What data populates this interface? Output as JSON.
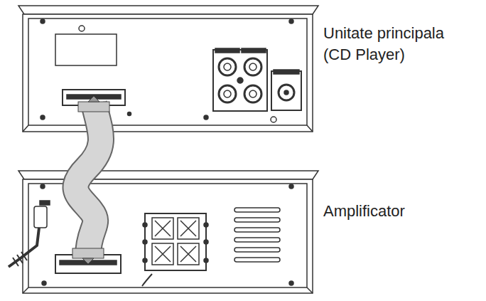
{
  "diagram": {
    "nodes": [
      {
        "text": [
          "Unitate principala (CD Player)"
        ]
      },
      {
        "text": [
          "Amplificator"
        ]
      }
    ],
    "edges": [
      {
        "from": 0,
        "to": 1,
        "arrow": "none"
      }
    ]
  }
}
